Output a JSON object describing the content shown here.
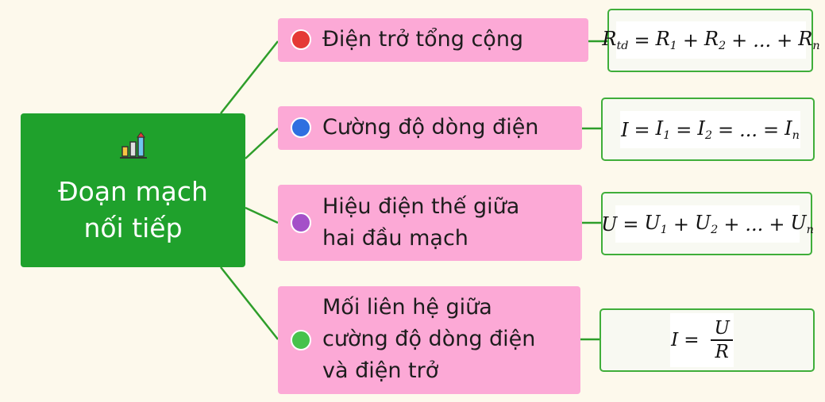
{
  "root": {
    "title": "Đoạn mạch\nnối tiếp",
    "icon": "bar-chart-icon"
  },
  "colors": {
    "root": "#1fa12c",
    "branch": "#fca9d6",
    "connector": "#2e9e2a",
    "formula_border": "#3fae3a",
    "dots": [
      "#e53935",
      "#2f6fe0",
      "#a450c8",
      "#46c24c"
    ]
  },
  "branches": [
    {
      "label": "Điện trở tổng cộng",
      "dot_color": "#e53935",
      "formula": {
        "lhs": "R",
        "lhs_sub": "td",
        "terms": [
          [
            "R",
            "1"
          ],
          [
            "R",
            "2"
          ],
          [
            "...",
            ""
          ],
          [
            "R",
            "n"
          ]
        ],
        "op": "+"
      }
    },
    {
      "label": "Cường độ dòng điện",
      "dot_color": "#2f6fe0",
      "formula": {
        "lhs": "I",
        "lhs_sub": "",
        "terms": [
          [
            "I",
            "1"
          ],
          [
            "I",
            "2"
          ],
          [
            "...",
            ""
          ],
          [
            "I",
            "n"
          ]
        ],
        "op": "="
      }
    },
    {
      "label": "Hiệu điện thế giữa\nhai đầu mạch",
      "dot_color": "#a450c8",
      "formula": {
        "lhs": "U",
        "lhs_sub": "",
        "terms": [
          [
            "U",
            "1"
          ],
          [
            "U",
            "2"
          ],
          [
            "...",
            ""
          ],
          [
            "U",
            "n"
          ]
        ],
        "op": "+"
      }
    },
    {
      "label": "Mối liên hệ giữa\ncường độ dòng điện\nvà điện trở",
      "dot_color": "#46c24c",
      "formula": {
        "lhs": "I",
        "numerator": "U",
        "denominator": "R"
      }
    }
  ]
}
